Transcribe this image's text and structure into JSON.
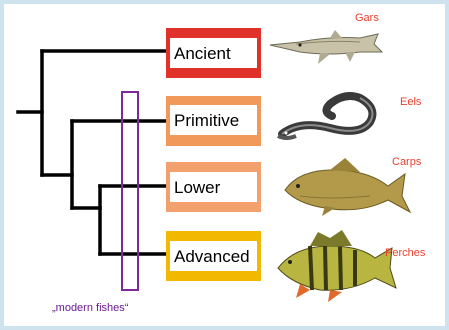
{
  "categories": [
    {
      "label": "Ancient",
      "color": "#e0322a",
      "inner": "#ffffff"
    },
    {
      "label": "Primitive",
      "color": "#f0995a",
      "inner": "#ffffff"
    },
    {
      "label": "Lower",
      "color": "#f2a06d",
      "inner": "#ffffff"
    },
    {
      "label": "Advanced",
      "color": "#f2b800",
      "inner": "#ffffff"
    }
  ],
  "fishes": [
    {
      "label": "Gars",
      "icon": "gar-fish-icon"
    },
    {
      "label": "Eels",
      "icon": "eel-icon"
    },
    {
      "label": "Carps",
      "icon": "carp-fish-icon"
    },
    {
      "label": "Perches",
      "icon": "perch-fish-icon"
    }
  ],
  "bracket": {
    "label": "„modern  fishes“",
    "color": "#7b2a9a"
  },
  "colors": {
    "tree": "#000000",
    "fish_label": "#e8412e",
    "border": "#cfe3ef"
  }
}
